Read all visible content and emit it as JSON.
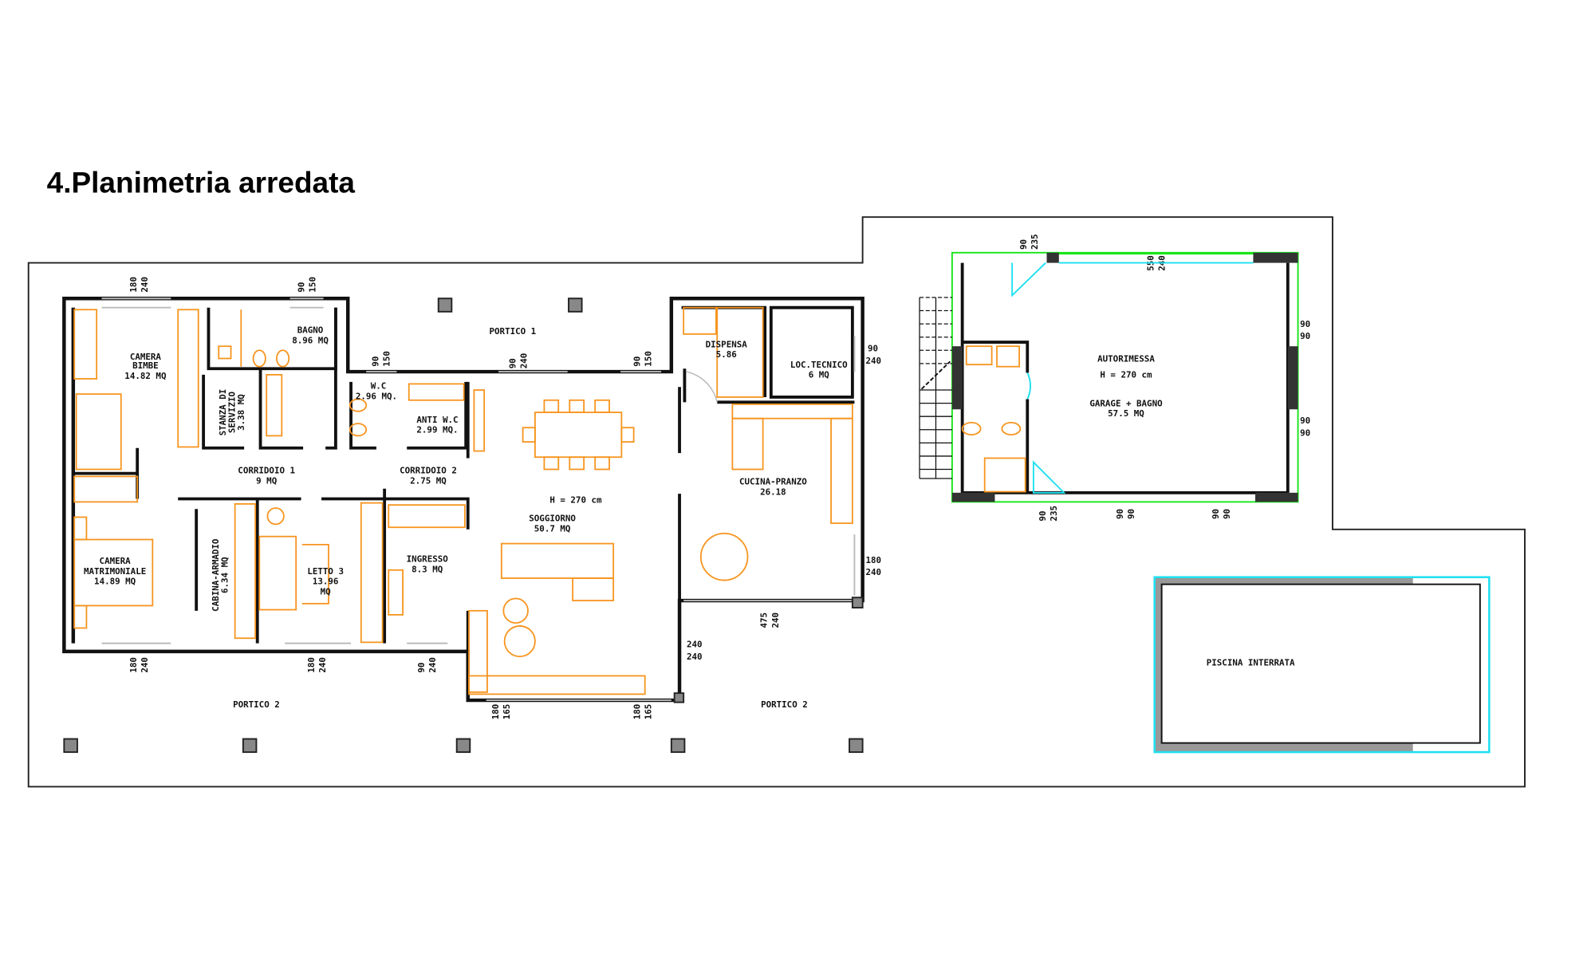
{
  "title": "4.Planimetria arredata",
  "rooms": [
    {
      "l1": "CAMERA",
      "l2": "BIMBE",
      "l3": "14.82  MQ"
    },
    {
      "l1": "BAGNO",
      "l2": "8.96  MQ"
    },
    {
      "l1": "STANZA DI",
      "l2": "SERVIZIO",
      "l3": "3.38 MQ"
    },
    {
      "l1": "W.C",
      "l2": "2.96  MQ."
    },
    {
      "l1": "ANTI  W.C",
      "l2": "2.99  MQ."
    },
    {
      "l1": "CORRIDOIO 1",
      "l2": "9  MQ"
    },
    {
      "l1": "CORRIDOIO 2",
      "l2": "2.75  MQ"
    },
    {
      "l1": "DISPENSA",
      "l2": "5.86"
    },
    {
      "l1": "LOC.TECNICO",
      "l2": "6  MQ"
    },
    {
      "l1": "CUCINA-PRANZO",
      "l2": "26.18"
    },
    {
      "l1": "SOGGIORNO",
      "l2": "50.7  MQ",
      "height": "H = 270 cm"
    },
    {
      "l1": "INGRESSO",
      "l2": "8.3  MQ"
    },
    {
      "l1": "CAMERA",
      "l2": "MATRIMONIALE",
      "l3": "14.89  MQ"
    },
    {
      "l1": "CABINA-ARMADIO",
      "l2": "6.34  MQ"
    },
    {
      "l1": "LETTO  3",
      "l2": "13.96",
      "l3": "MQ"
    }
  ],
  "porticos": [
    "PORTICO 1",
    "PORTICO 2",
    "PORTICO 2"
  ],
  "garage": {
    "name": "AUTORIMESSA",
    "height": "H = 270 cm",
    "desc": "GARAGE + BAGNO",
    "area": "57.5  MQ"
  },
  "pool": {
    "name": "PISCINA INTERRATA"
  },
  "dims": [
    {
      "a": "180",
      "b": "240"
    },
    {
      "a": "90",
      "b": "150"
    },
    {
      "a": "90",
      "b": "150"
    },
    {
      "a": "90",
      "b": "240"
    },
    {
      "a": "90",
      "b": "150"
    },
    {
      "a": "90",
      "b": "240"
    },
    {
      "a": "180",
      "b": "240"
    },
    {
      "a": "475",
      "b": "240"
    },
    {
      "a": "240",
      "b": "240"
    },
    {
      "a": "180",
      "b": "165"
    },
    {
      "a": "180",
      "b": "165"
    },
    {
      "a": "180",
      "b": "240"
    },
    {
      "a": "180",
      "b": "240"
    },
    {
      "a": "90",
      "b": "240"
    },
    {
      "a": "90",
      "b": "235"
    },
    {
      "a": "550",
      "b": "240"
    },
    {
      "a": "90",
      "b": "90"
    },
    {
      "a": "90",
      "b": "90"
    },
    {
      "a": "90",
      "b": "235"
    },
    {
      "a": "90",
      "b": "90"
    },
    {
      "a": "90",
      "b": "90"
    }
  ],
  "colors": {
    "walls": "#111111",
    "furniture": "#f7941d",
    "garage_windows": "#19e619",
    "doors_pool": "#1ee0f0",
    "pillars": "#888888"
  }
}
